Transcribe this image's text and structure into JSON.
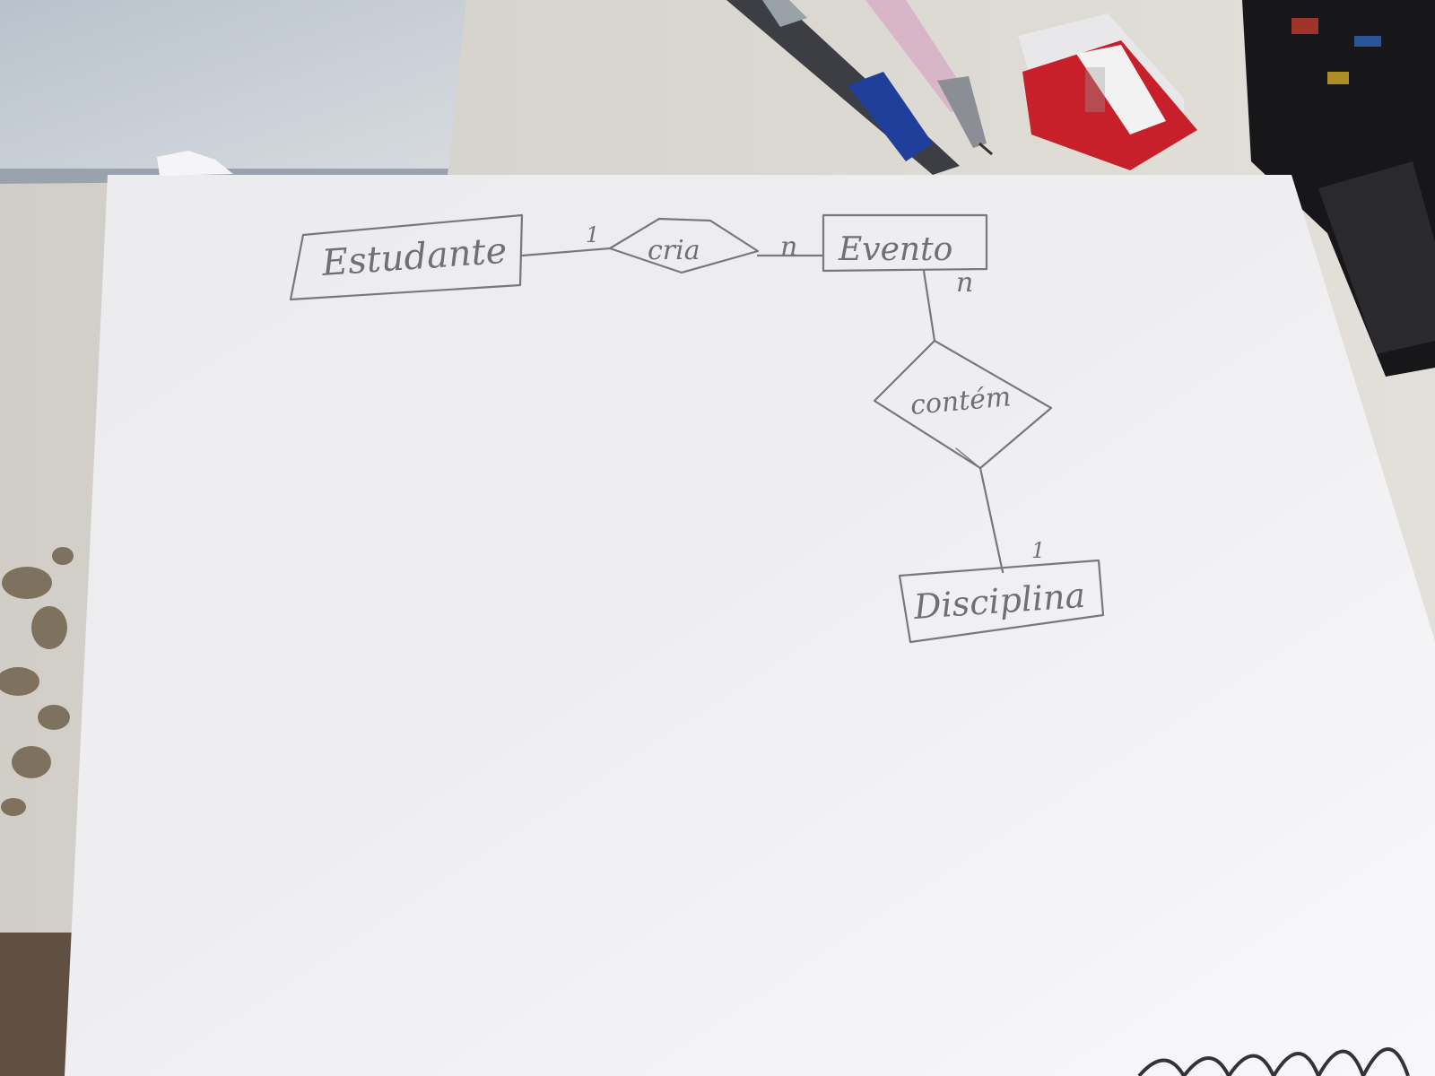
{
  "diagram": {
    "entities": {
      "estudante": "Estudante",
      "evento": "Evento",
      "disciplina": "Disciplina"
    },
    "relationships": {
      "cria": "cria",
      "contem": "contém"
    },
    "cardinalities": {
      "estudante_cria": "1",
      "cria_evento": "n",
      "evento_contem": "n",
      "contem_disciplina": "1"
    }
  },
  "colors": {
    "paper": "#f2f2f4",
    "pencil": "#6f6f74",
    "desk": "#d9d6d0",
    "eraser_red": "#c8202a",
    "pen_blue": "#1f3f9a"
  },
  "objects": {
    "top_left": "notebook",
    "top_center": [
      "pen",
      "mechanical-pencil"
    ],
    "top_right": [
      "eraser",
      "lenovo-charger"
    ]
  }
}
